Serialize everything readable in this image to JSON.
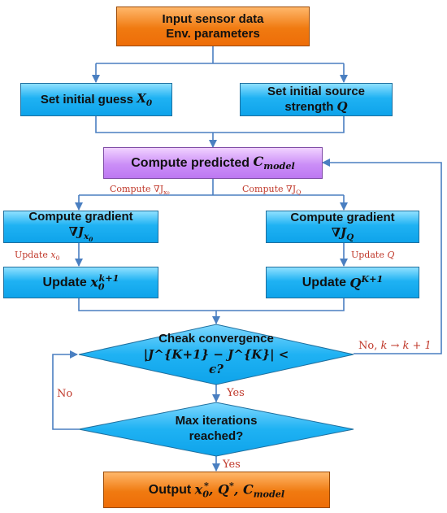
{
  "nodes": {
    "input": {
      "line1": "Input sensor data",
      "line2": "Env. parameters"
    },
    "guess": {
      "text": "Set initial guess",
      "var": "X",
      "sub": "0"
    },
    "strength": {
      "line1": "Set initial source",
      "line2": "strength",
      "var": "Q"
    },
    "predict": {
      "text": "Compute predicted",
      "var": "C",
      "sub": "model"
    },
    "grad_x": {
      "line1": "Compute gradient",
      "sym": "∇J",
      "sub": "x",
      "subsub": "0"
    },
    "grad_q": {
      "line1": "Compute gradient",
      "sym": "∇J",
      "sub": "Q"
    },
    "update_x": {
      "text": "Update",
      "var": "x",
      "sub": "0",
      "sup": "k+1"
    },
    "update_q": {
      "text": "Update",
      "var": "Q",
      "sup": "K+1"
    },
    "converge": {
      "line1": "Cheak convergence",
      "expr": "|J^{K+1} − J^{K}| < ϵ?"
    },
    "max_iter": {
      "line1": "Max iterations",
      "line2": "reached?"
    },
    "output": {
      "text": "Output",
      "x": "x",
      "x_sub": "0",
      "x_sup": "*",
      "q": "Q",
      "q_sup": "*",
      "c": "C",
      "c_sub": "model"
    }
  },
  "edges": {
    "compute_grad_x": {
      "text": "Compute ∇J",
      "sub": "x₀"
    },
    "compute_grad_q": {
      "text": "Compute ∇J",
      "sub": "Q"
    },
    "update_x0": {
      "text": "Update ",
      "var": "x",
      "sub": "0"
    },
    "update_q": {
      "text": "Update ",
      "var": "Q"
    },
    "no_loop": {
      "text": "No, ",
      "expr": "k → k + 1"
    },
    "yes1": "Yes",
    "yes2": "Yes",
    "no": "No"
  },
  "colors": {
    "orange": "#f07a10",
    "blue": "#1fb2f3",
    "purple": "#cb8ef7",
    "arrow": "#4a7fc1",
    "edge_label": "#c0392b"
  }
}
